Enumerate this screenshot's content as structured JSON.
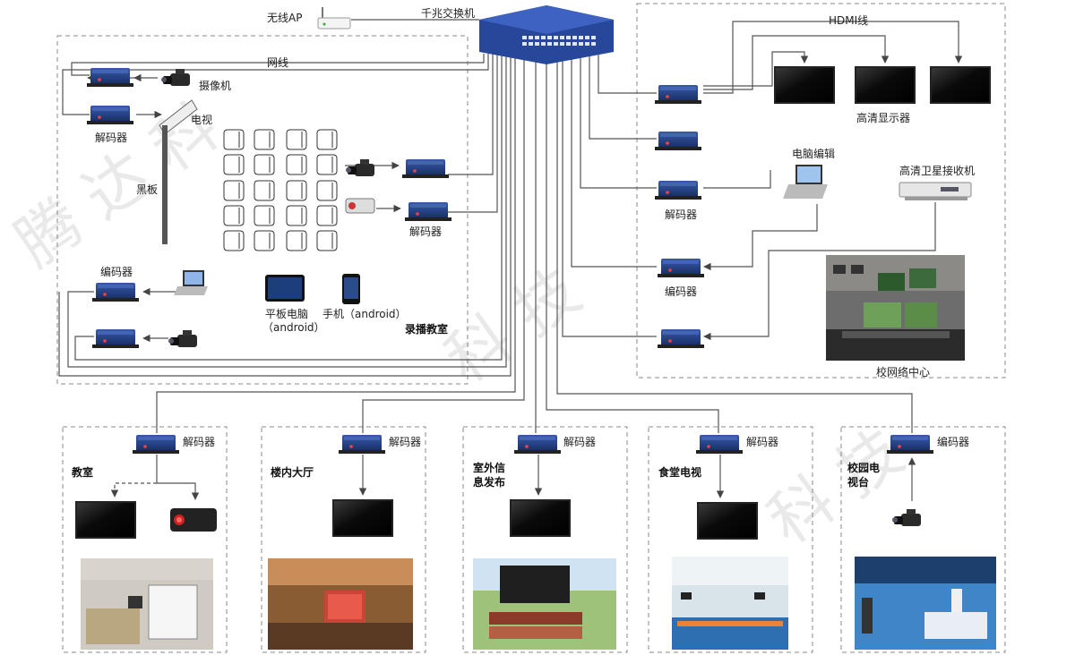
{
  "labels": {
    "switch": "千兆交换机",
    "wireless_ap": "无线AP",
    "network_cable": "网线",
    "camera": "摄像机",
    "tv": "电视",
    "blackboard": "黑板",
    "decoder": "解码器",
    "encoder": "编码器",
    "tablet": "平板电脑\n（android）",
    "phone": "手机（android）",
    "recording_classroom": "录播教室",
    "hdmi": "HDMI线",
    "hd_display": "高清显示器",
    "pc_edit": "电脑编辑",
    "satellite_receiver": "高清卫星接收机",
    "campus_net_center": "校网络中心"
  },
  "zones": [
    {
      "name": "教室",
      "device_label": "解码器"
    },
    {
      "name": "楼内大厅",
      "device_label": "解码器"
    },
    {
      "name": "室外信\n息发布",
      "device_label": "解码器"
    },
    {
      "name": "食堂电视",
      "device_label": "解码器"
    },
    {
      "name": "校园电\n视台",
      "device_label": "编码器"
    }
  ],
  "colors": {
    "device_blue": "#1f3b78",
    "line": "#555555",
    "dashed_border": "#888888",
    "screen": "#111111"
  }
}
